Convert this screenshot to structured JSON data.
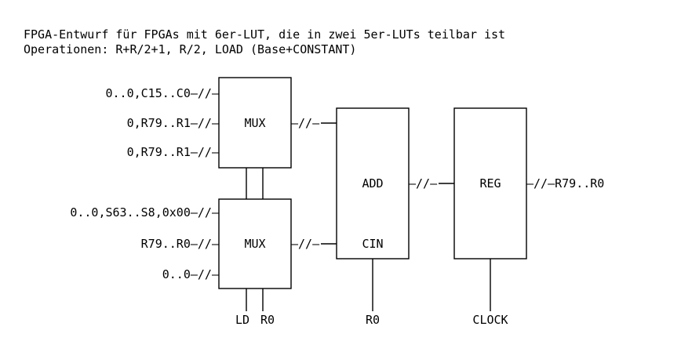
{
  "title": {
    "line1": "FPGA-Entwurf für FPGAs mit 6er-LUT, die in zwei 5er-LUTs teilbar ist",
    "line2": "Operationen: R+R/2+1, R/2, LOAD (Base+CONSTANT)"
  },
  "mux_top": {
    "label": "MUX",
    "inputs": [
      "0..0,C15..C0—//—",
      "0,R79..R1—//—",
      "0,R79..R1—//—"
    ],
    "output": "—//—"
  },
  "mux_bottom": {
    "label": "MUX",
    "inputs": [
      "0..0,S63..S8,0x00—//—",
      "R79..R0—//—",
      "0..0—//—"
    ],
    "output": "—//—",
    "select_labels": [
      "LD",
      "R0"
    ]
  },
  "adder": {
    "label": "ADD",
    "cin_label": "CIN",
    "cin_input": "R0",
    "output": "—//—"
  },
  "register": {
    "label": "REG",
    "output": "—//—R79..R0",
    "clock": "CLOCK"
  }
}
